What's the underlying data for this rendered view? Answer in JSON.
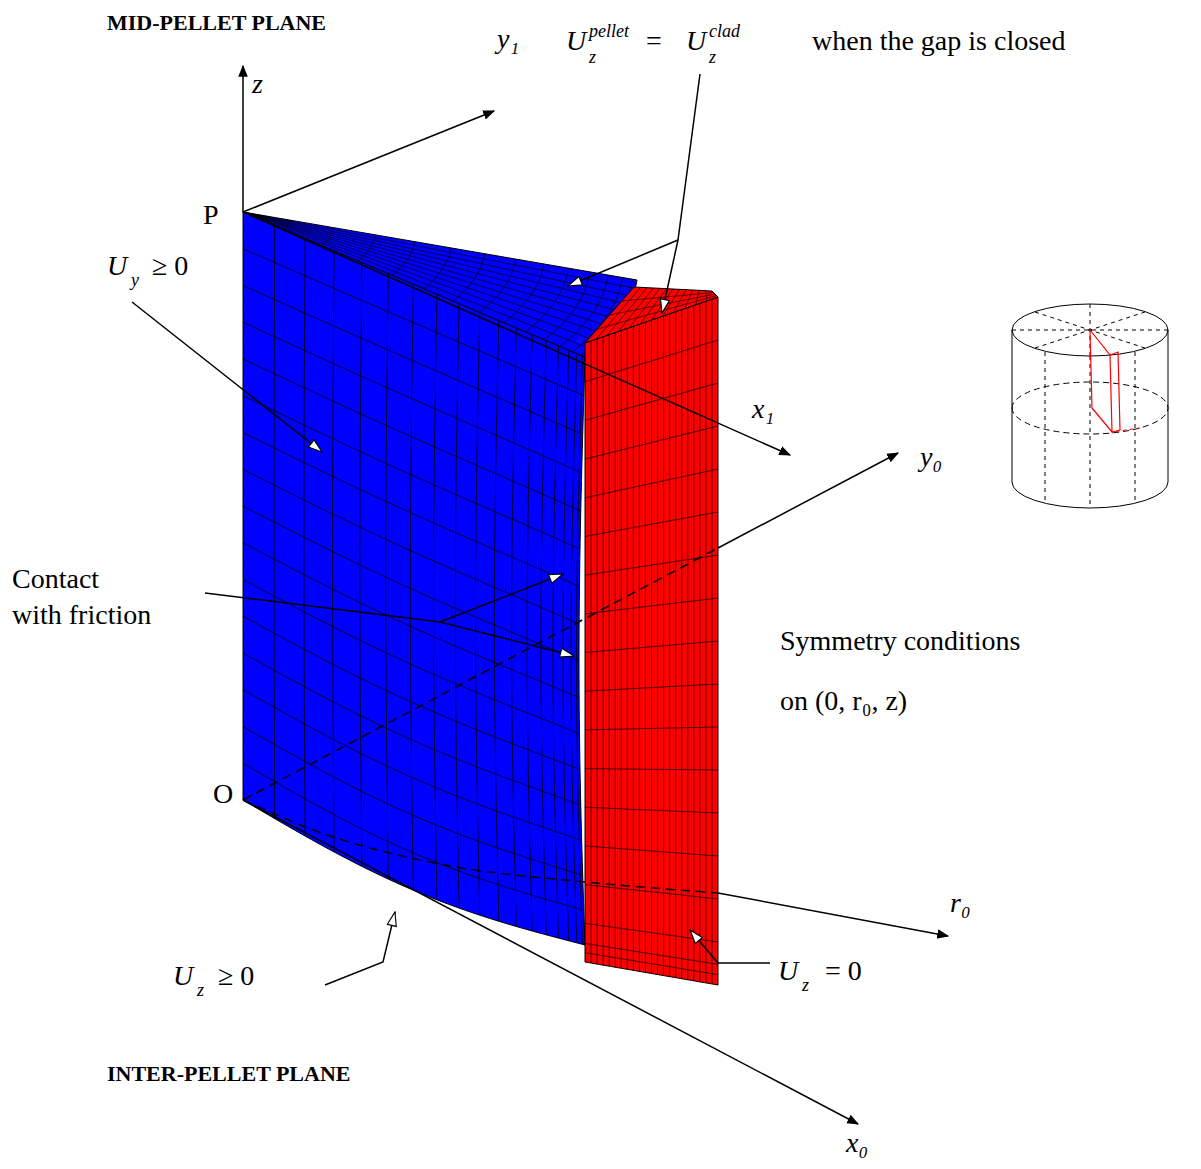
{
  "diagram": {
    "labels": [
      "MID-PELLET PLANE",
      "z",
      "y₁",
      "U",
      "pellet",
      "z",
      "=",
      "U",
      "clad",
      "z",
      "when the gap is closed",
      "P",
      "U",
      "y",
      "≥ 0",
      "x₁",
      "y₀",
      "Contact with friction",
      "Symmetry conditions on (0, r₀, z)",
      "O",
      "r₀",
      "U",
      "z",
      "≥ 0",
      "U",
      "z",
      "= 0",
      "INTER-PELLET PLANE",
      "x₀"
    ]
  }
}
